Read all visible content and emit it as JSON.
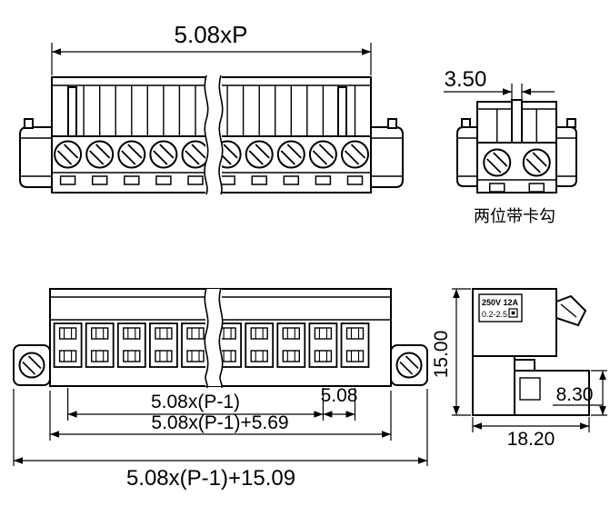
{
  "drawing": {
    "front_view": {
      "dim_total_width": "5.08xP"
    },
    "two_position_view": {
      "dim_pin_width": "3.50",
      "caption": "两位带卡勾"
    },
    "plan_view": {
      "dim_pitch_span": "5.08x(P-1)",
      "dim_pitch": "5.08",
      "dim_body_width": "5.08x(P-1)+5.69",
      "dim_overall_width": "5.08x(P-1)+15.09"
    },
    "profile_view": {
      "dim_height": "15.00",
      "dim_plug_height": "8.30",
      "dim_depth": "18.20",
      "rating_line1": "250V 12A",
      "rating_line2": "0.2-2.5"
    },
    "colors": {
      "line": "#000000",
      "background": "#ffffff"
    }
  }
}
